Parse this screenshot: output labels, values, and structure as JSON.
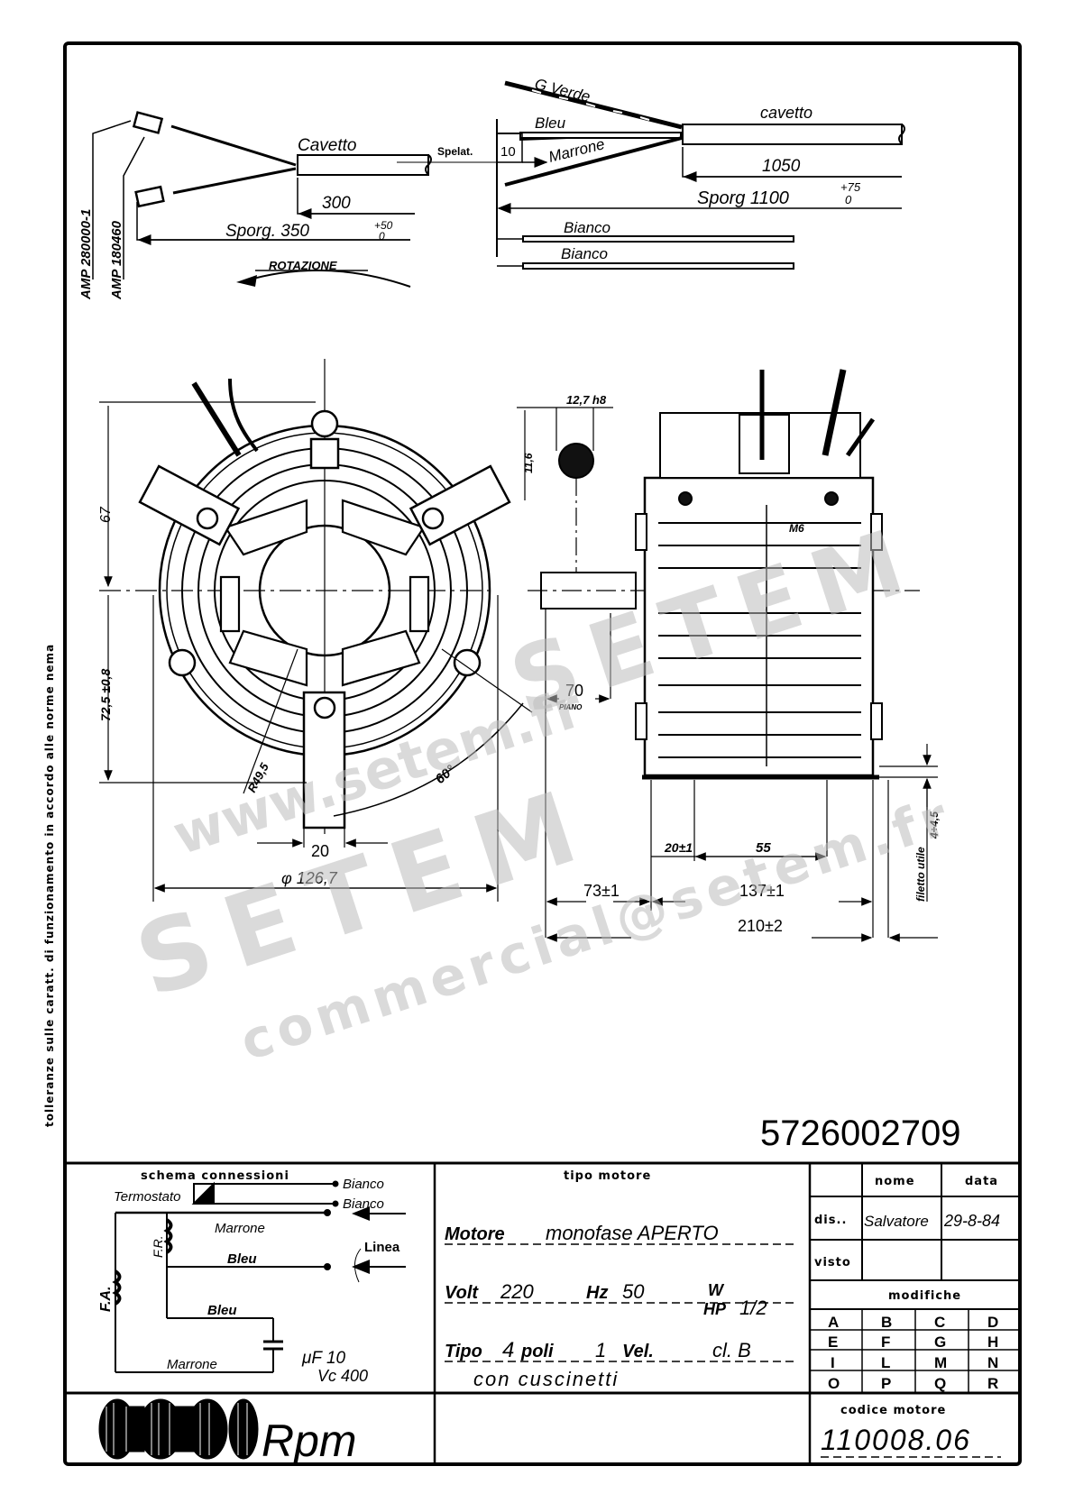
{
  "side_note": "tolleranze sulle caratt. di funzionamento in accordo alle norme nema",
  "drawing_number": "5726002709",
  "cable_short": {
    "connector_1": "AMP 280000-1",
    "connector_2": "AMP 180460",
    "cable_label": "Cavetto",
    "strip_label": "Spelat.",
    "dim_300": "300",
    "sporg": "Sporg. 350",
    "sporg_tol_upper": "+50",
    "sporg_tol_lower": "0",
    "rotation_label": "ROTAZIONE"
  },
  "cable_long": {
    "wire_gverde": "G Verde",
    "wire_bleu": "Bleu",
    "wire_marrone": "Marrone",
    "strip_len": "10",
    "cable_label": "cavetto",
    "dim_1050": "1050",
    "sporg": "Sporg 1100",
    "sporg_tol_upper": "+75",
    "sporg_tol_lower": "0",
    "wire_bianco_1": "Bianco",
    "wire_bianco_2": "Bianco"
  },
  "front_view": {
    "dim_67": "67",
    "dim_72_5": "72,5 ±0,8",
    "radius": "R49,5",
    "angle": "60°",
    "foot_width": "20",
    "diameter": "φ 126,7"
  },
  "side_view": {
    "shaft_flat": "12,7 h8",
    "shaft_height": "11,6",
    "thread": "M6",
    "shaft_len": "70",
    "piano": "PIANO",
    "dim_20": "20±1",
    "dim_55": "55",
    "dim_73": "73±1",
    "dim_137": "137±1",
    "dim_210": "210±2",
    "thread_note": "filetto utile",
    "thread_len": "4÷4,5"
  },
  "watermark": {
    "line1": "www.setem.fr",
    "line2": "SETEM",
    "line3": "commercial@setem.fr",
    "line4": "SETEM"
  },
  "title_block": {
    "schema": {
      "title": "schema connessioni",
      "termostato": "Termostato",
      "bianco_1": "Bianco",
      "bianco_2": "Bianco",
      "marrone_1": "Marrone",
      "bleu_1": "Bleu",
      "bleu_2": "Bleu",
      "marrone_2": "Marrone",
      "linea": "Linea",
      "fr": "F.R.",
      "fa": "F.A.",
      "cap_uf": "μF 10",
      "cap_vc": "Vc 400"
    },
    "tipo": {
      "title": "tipo motore",
      "line1_label": "Motore",
      "line1_value": "monofase APERTO",
      "volt_label": "Volt",
      "volt_value": "220",
      "hz_label": "Hz",
      "hz_value": "50",
      "w_label": "W",
      "hp_label": "HP",
      "hp_value": "1/2",
      "tipo_label": "Tipo",
      "poli_value": "4",
      "poli_label": "poli",
      "vel_value": "1",
      "vel_label": "Vel.",
      "class_value": "cl. B",
      "bearings": "con cuscinetti"
    },
    "approval": {
      "nome_header": "nome",
      "data_header": "data",
      "dis_label": "dis..",
      "dis_signature": "Salvatore",
      "dis_date": "29-8-84",
      "visto_label": "visto",
      "visto_name": "",
      "visto_date": ""
    },
    "modifiche": {
      "title": "modifiche",
      "rows": [
        [
          "A",
          "B",
          "C",
          "D"
        ],
        [
          "E",
          "F",
          "G",
          "H"
        ],
        [
          "I",
          "L",
          "M",
          "N"
        ],
        [
          "O",
          "P",
          "Q",
          "R"
        ]
      ]
    },
    "logo_text": "Rpm",
    "codice": {
      "title": "codice motore",
      "value": "110008.06"
    }
  }
}
